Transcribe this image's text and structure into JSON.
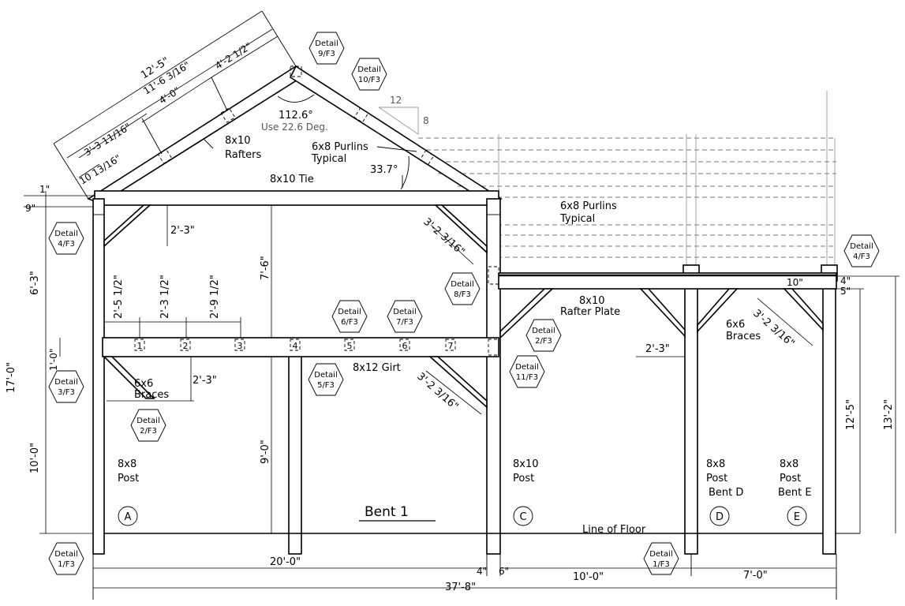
{
  "title": "Bent 1",
  "members": {
    "rafters": [
      "8x10",
      "Rafters"
    ],
    "tie": "8x10 Tie",
    "purlins_left": [
      "6x8 Purlins",
      "Typical"
    ],
    "purlins_right": [
      "6x8 Purlins",
      "Typical"
    ],
    "rafter_plate": [
      "8x10",
      "Rafter Plate"
    ],
    "girt": "8x12 Girt",
    "braces_left": [
      "6x6",
      "Braces"
    ],
    "braces_right": [
      "6x6",
      "Braces"
    ],
    "post_a": [
      "8x8",
      "Post"
    ],
    "post_c": [
      "8x10",
      "Post"
    ],
    "post_d": [
      "8x8",
      "Post",
      "Bent D"
    ],
    "post_e": [
      "8x8",
      "Post",
      "Bent E"
    ],
    "line_of_floor": "Line of Floor"
  },
  "angles": {
    "apex": "112.6°",
    "apex_note": "Use 22.6 Deg.",
    "pitch": "33.7°",
    "slope_run": "12",
    "slope_rise": "8"
  },
  "dimensions": {
    "rafter_total": "12'-5\"",
    "rafter_a": "11'-6 3/16\"",
    "rafter_b": "4'-2 1/2\"",
    "rafter_c": "4'-0\"",
    "rafter_d": "3'-3 11/16\"",
    "rafter_e": "10 13/16\"",
    "overhang_1": "1\"",
    "overhang_9": "9\"",
    "left_6_3": "6'-3\"",
    "left_17_0": "17'-0\"",
    "left_1_0": "1'-0\"",
    "left_10_0": "10'-0\"",
    "brace_top_left": "2'-3\"",
    "brace_bot_left": "2'-3\"",
    "center_7_6": "7'-6\"",
    "center_9_0": "9'-0\"",
    "girt_1": "2'-5 1/2\"",
    "girt_2": "2'-3 1/2\"",
    "girt_3": "2'-9 1/2\"",
    "brace_c_top": "3'-2 3/16\"",
    "brace_c_bot": "3'-2 3/16\"",
    "brace_right": "3'-2 3/16\"",
    "plate_brace": "2'-3\"",
    "right_10": "10\"",
    "right_4": "4\"",
    "right_5": "5\"",
    "right_12_5": "12'-5\"",
    "right_13_2": "13'-2\"",
    "bottom_20_0": "20'-0\"",
    "bottom_4": "4\"",
    "bottom_6": "6\"",
    "bottom_10_0": "10'-0\"",
    "bottom_7_0": "7'-0\"",
    "bottom_37_8": "37'-8\""
  },
  "grid_labels": [
    "A",
    "C",
    "D",
    "E"
  ],
  "girt_numbers": [
    "1",
    "2",
    "3",
    "4",
    "5",
    "6",
    "7"
  ],
  "details": {
    "word": "Detail",
    "d1": "9/F3",
    "d2": "10/F3",
    "d3": "4/F3",
    "d4": "3/F3",
    "d5": "2/F3",
    "d6": "1/F3",
    "d7": "6/F3",
    "d8": "7/F3",
    "d9": "8/F3",
    "d10": "5/F3",
    "d11": "2/F3",
    "d12": "11/F3",
    "d13": "1/F3",
    "d14": "4/F3"
  }
}
